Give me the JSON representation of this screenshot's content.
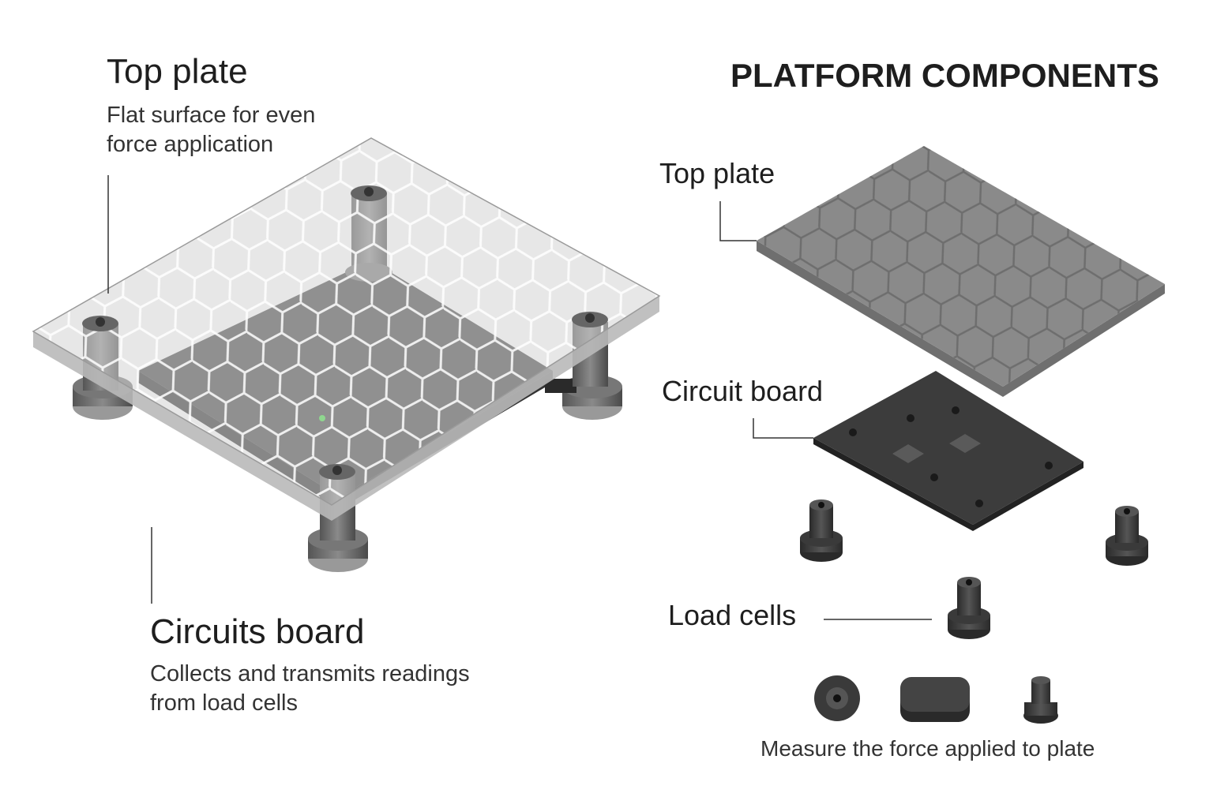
{
  "left": {
    "top_plate": {
      "title": "Top plate",
      "desc_line1": "Flat surface for even",
      "desc_line2": "force application"
    },
    "circuit_board": {
      "title": "Circuits board",
      "desc_line1": "Collects and transmits readings",
      "desc_line2": "from load cells"
    }
  },
  "right": {
    "heading": "PLATFORM COMPONENTS",
    "top_plate": "Top plate",
    "circuit_board": "Circuit board",
    "load_cells": "Load cells",
    "caption": "Measure the force applied to plate"
  },
  "colors": {
    "plate_clear": "#d4d4d4",
    "plate_gray": "#8a8a8a",
    "board": "#3c3c3c",
    "led": "#3ddc3d"
  }
}
